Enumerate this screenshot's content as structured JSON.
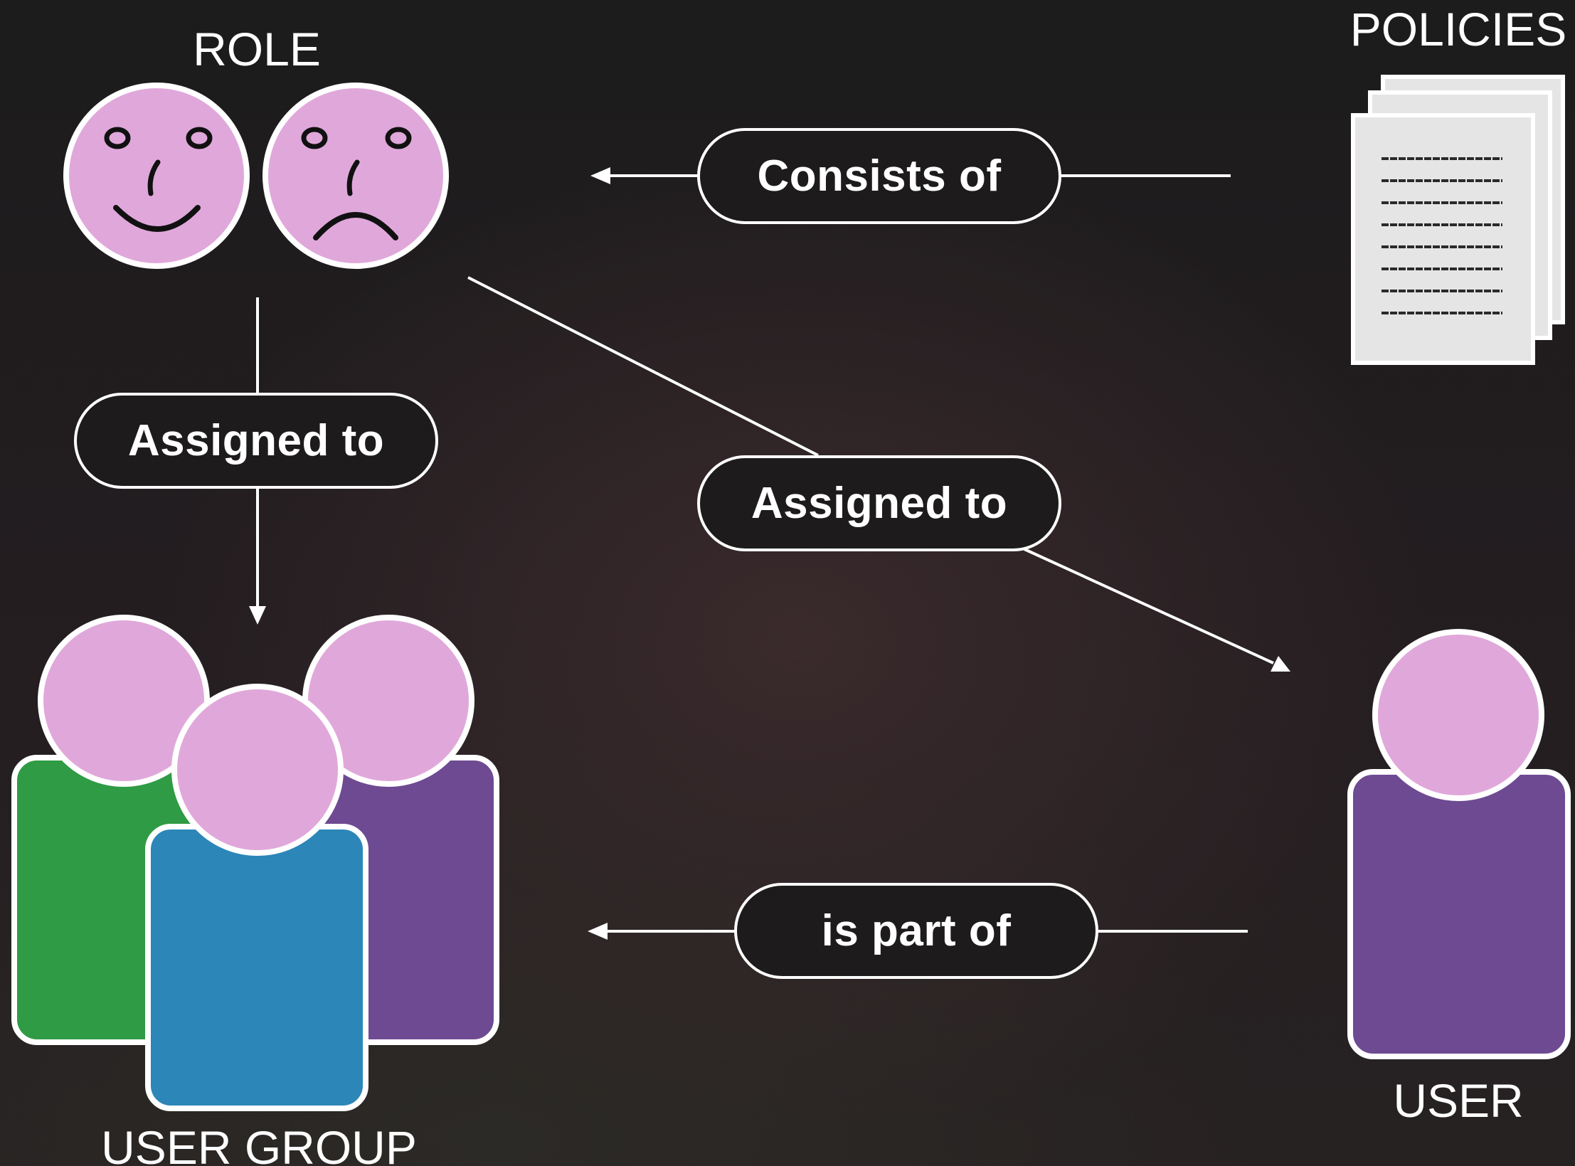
{
  "titles": {
    "role": "ROLE",
    "policies": "POLICIES",
    "user": "USER",
    "user_group": "USER GROUP"
  },
  "relations": {
    "consists_of": "Consists of",
    "role_to_group": "Assigned to",
    "role_to_user": "Assigned to",
    "user_to_group": "is part of"
  },
  "icons": {
    "role_happy": "happy-face-icon",
    "role_sad": "sad-face-icon",
    "policies": "document-stack-icon",
    "user": "person-icon",
    "user_group": "people-group-icon"
  },
  "colors": {
    "face_pink": "#e0a8da",
    "green_person": "#2f9b45",
    "blue_person": "#2c86b8",
    "purple_person": "#6e4a92",
    "document": "#e5e5e5",
    "line": "#ffffff"
  }
}
